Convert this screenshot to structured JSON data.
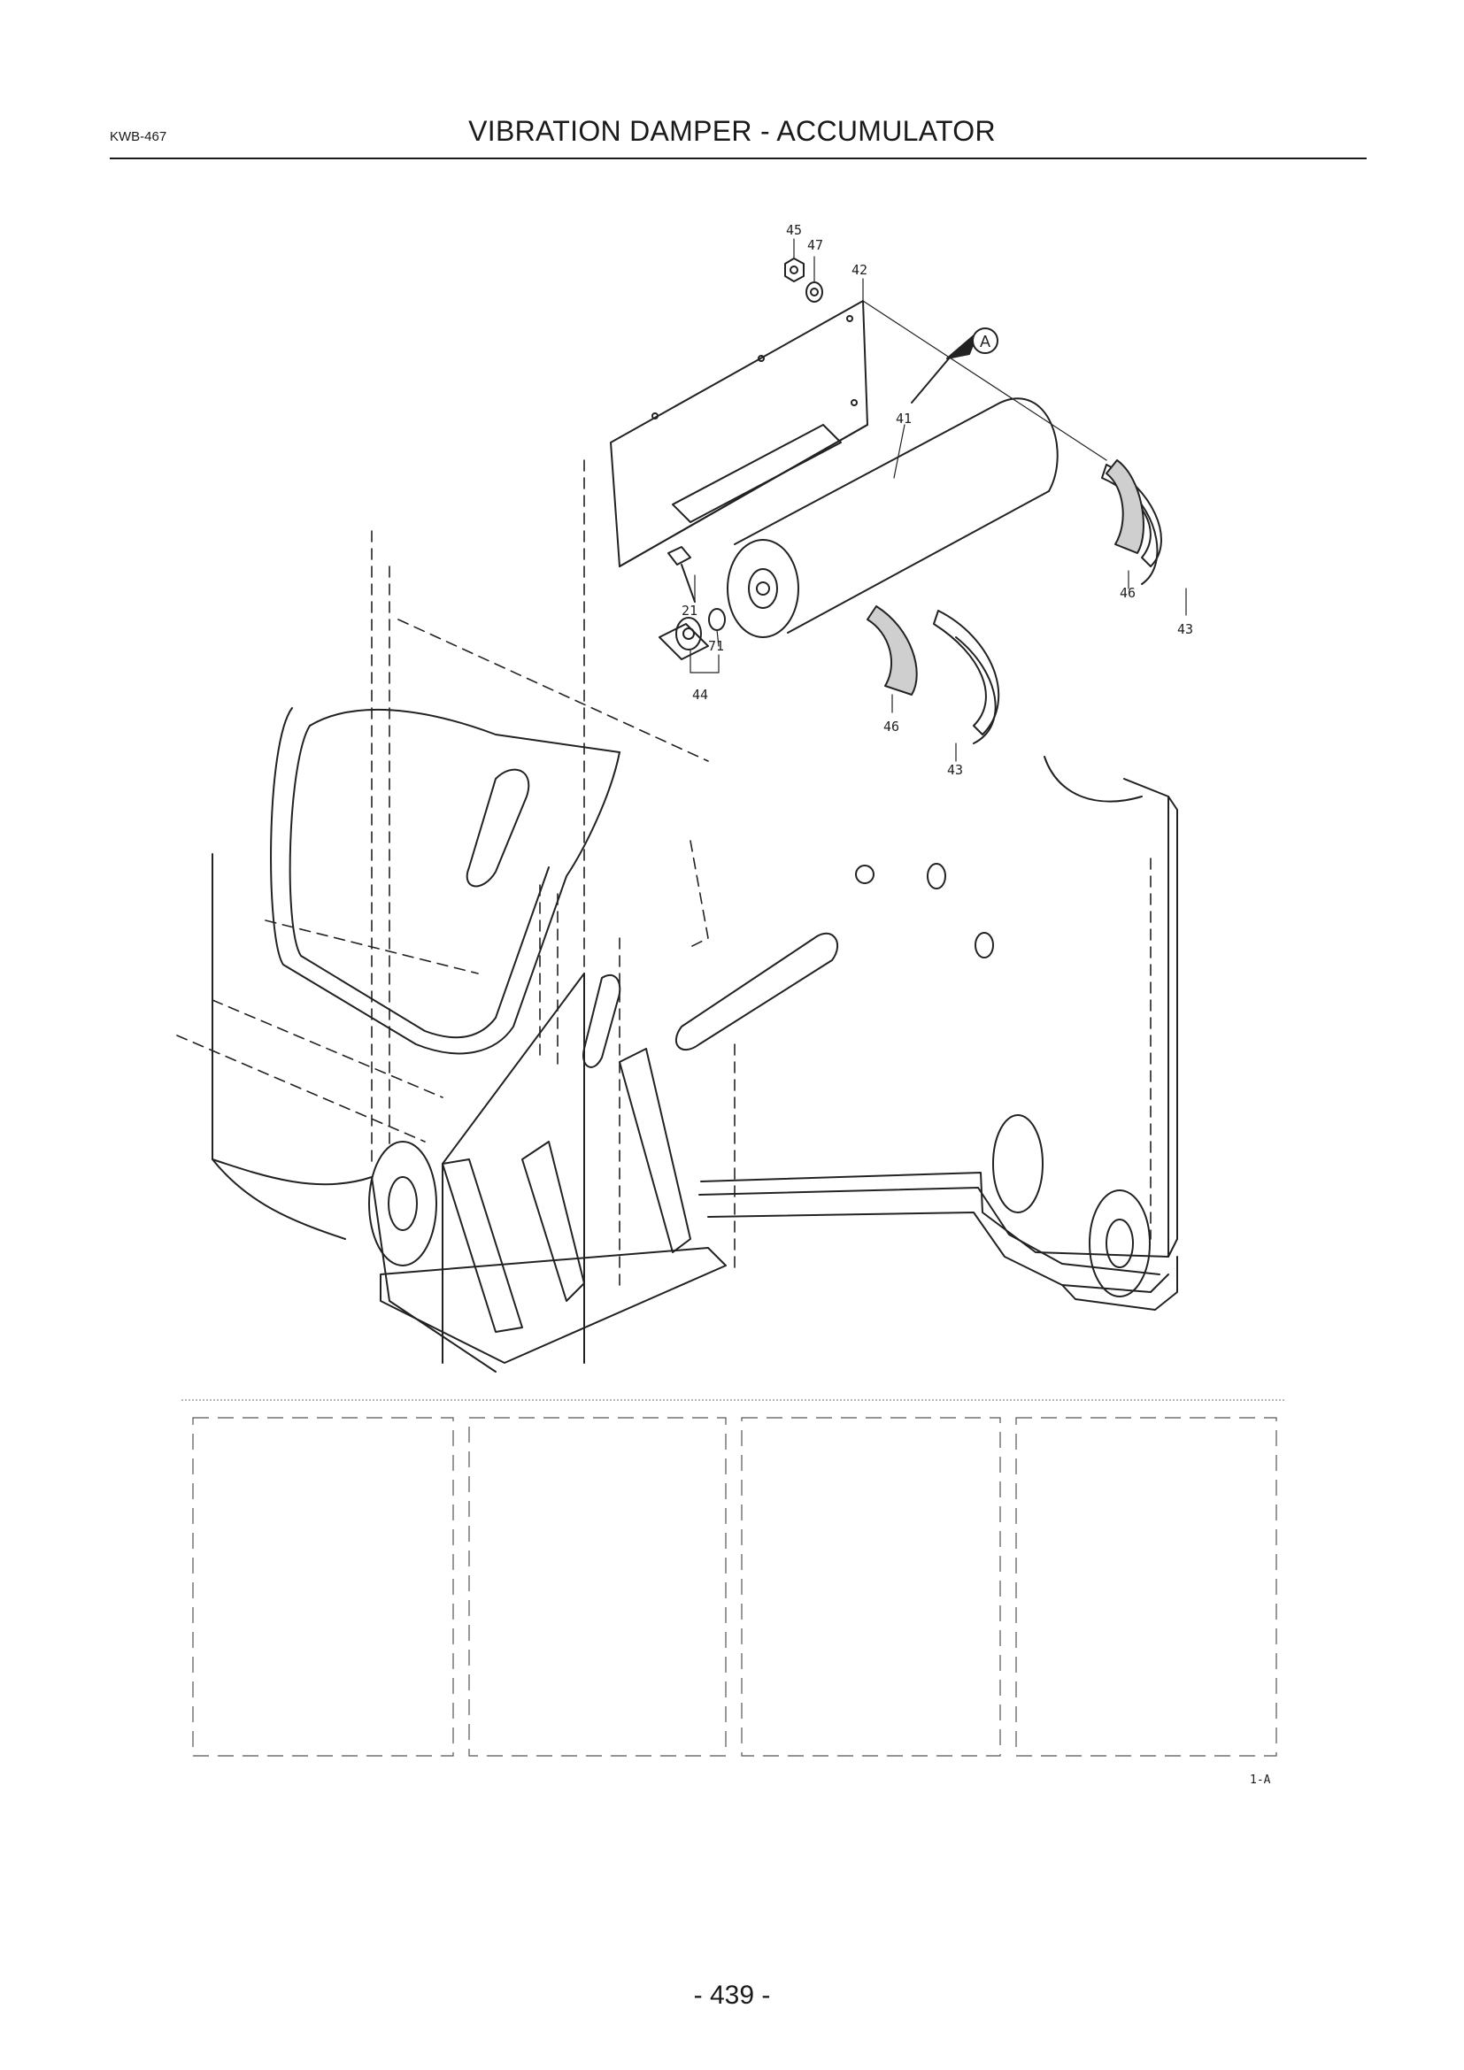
{
  "header": {
    "code": "KWB-467",
    "title": "VIBRATION DAMPER - ACCUMULATOR"
  },
  "callouts": {
    "p45": "45",
    "p47": "47",
    "p42": "42",
    "p41": "41",
    "p21": "21",
    "p71": "71",
    "p44": "44",
    "p46a": "46",
    "p43a": "43",
    "p46b": "46",
    "p43b": "43",
    "view": "A"
  },
  "footer": {
    "ref": "1-A",
    "page": "- 439 -"
  }
}
